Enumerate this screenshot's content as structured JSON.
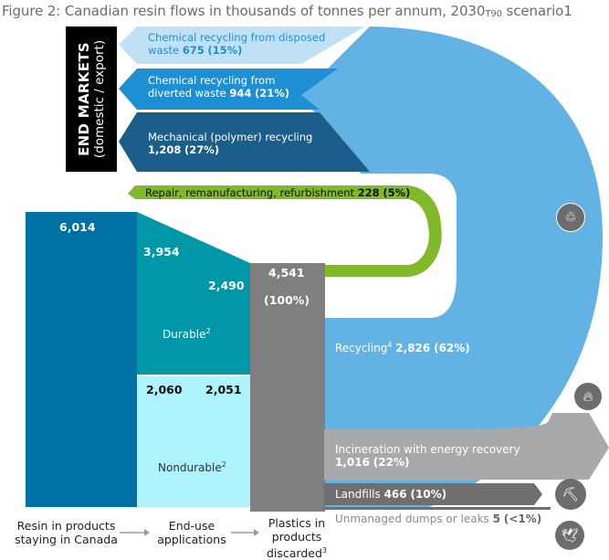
{
  "title": {
    "main": "Figure 2: Canadian resin flows in thousands of tonnes per annum, 2030",
    "subscript": "T90",
    "suffix": " scenario1"
  },
  "end_markets": {
    "line1": "END MARKETS",
    "line2": "(domestic / export)"
  },
  "flows": {
    "chem_disposed": {
      "label": "Chemical recycling from disposed",
      "label2": "waste ",
      "value": "675",
      "pct": "(15%)"
    },
    "chem_diverted": {
      "label": "Chemical recycling from",
      "label2": "diverted waste ",
      "value": "944",
      "pct": "(21%)"
    },
    "mechanical": {
      "label": "Mechanical (polymer) recycling",
      "value": "1,208",
      "pct": "(27%)"
    },
    "repair": {
      "label": "Repair, remanufacturing, refurbishment ",
      "value": "228",
      "pct": "(5%)"
    },
    "recycling": {
      "label": "Recycling",
      "sup": "4",
      "value": "2,826",
      "pct": "(62%)"
    },
    "incineration": {
      "label": "Incineration with energy recovery",
      "value": "1,016",
      "pct": "(22%)"
    },
    "landfills": {
      "label": "Landfills ",
      "value": "466",
      "pct": "(10%)"
    },
    "unmanaged": {
      "label": "Unmanaged dumps or leaks ",
      "value": "5",
      "pct": "(<1%)"
    }
  },
  "blocks": {
    "resin_total": "6,014",
    "durable_in": "3,954",
    "durable_out": "2,490",
    "durable_label": "Durable",
    "durable_sup": "2",
    "nondurable_in": "2,060",
    "nondurable_out": "2,051",
    "nondurable_label": "Nondurable",
    "nondurable_sup": "2",
    "discarded_total": "4,541",
    "discarded_pct": "(100%)"
  },
  "stages": {
    "s1_line1": "Resin in products",
    "s1_line2": "staying in Canada",
    "s2_line1": "End-use",
    "s2_line2": "applications",
    "s3_line1": "Plastics in",
    "s3_line2": "products",
    "s3_line3": "discarded",
    "s3_sup": "3"
  },
  "icons": {
    "recycling": "recycle-icon",
    "incineration": "flame-icon",
    "landfill": "excavator-icon",
    "leaks": "bird-icon"
  },
  "colors": {
    "resin": "#0071a4",
    "durable": "#0097a8",
    "nondurable": "#aef3fb",
    "discarded": "#7f7f7f",
    "recycling": "#62b3e4",
    "chem_disposed": "#bfe0f5",
    "chem_diverted": "#1f8fd3",
    "mechanical": "#1b5e8a",
    "repair": "#82b92a",
    "incineration": "#a8a9ab",
    "landfill": "#6f6f6f"
  },
  "chart_data": {
    "type": "sankey",
    "title": "Canadian resin flows in thousands of tonnes per annum, 2030 T90 scenario",
    "units": "thousand tonnes per annum",
    "nodes": [
      "Resin in products staying in Canada",
      "Durable",
      "Nondurable",
      "Plastics in products discarded",
      "Recycling",
      "Chemical recycling from disposed waste",
      "Chemical recycling from diverted waste",
      "Mechanical (polymer) recycling",
      "Repair, remanufacturing, refurbishment",
      "Incineration with energy recovery",
      "Landfills",
      "Unmanaged dumps or leaks"
    ],
    "links": [
      {
        "source": "Resin in products staying in Canada",
        "target": "Durable",
        "value": 3954
      },
      {
        "source": "Resin in products staying in Canada",
        "target": "Nondurable",
        "value": 2060
      },
      {
        "source": "Durable",
        "target": "Plastics in products discarded",
        "value": 2490
      },
      {
        "source": "Nondurable",
        "target": "Plastics in products discarded",
        "value": 2051
      },
      {
        "source": "Plastics in products discarded",
        "target": "Recycling",
        "value": 2826,
        "pct": 62
      },
      {
        "source": "Recycling",
        "target": "Chemical recycling from disposed waste",
        "value": 675,
        "pct": 15
      },
      {
        "source": "Recycling",
        "target": "Chemical recycling from diverted waste",
        "value": 944,
        "pct": 21
      },
      {
        "source": "Recycling",
        "target": "Mechanical (polymer) recycling",
        "value": 1208,
        "pct": 27
      },
      {
        "source": "Plastics in products discarded",
        "target": "Repair, remanufacturing, refurbishment",
        "value": 228,
        "pct": 5
      },
      {
        "source": "Plastics in products discarded",
        "target": "Incineration with energy recovery",
        "value": 1016,
        "pct": 22
      },
      {
        "source": "Plastics in products discarded",
        "target": "Landfills",
        "value": 466,
        "pct": 10
      },
      {
        "source": "Plastics in products discarded",
        "target": "Unmanaged dumps or leaks",
        "value": 5,
        "pct": "<1"
      }
    ],
    "totals": {
      "resin": 6014,
      "discarded": 4541
    }
  }
}
